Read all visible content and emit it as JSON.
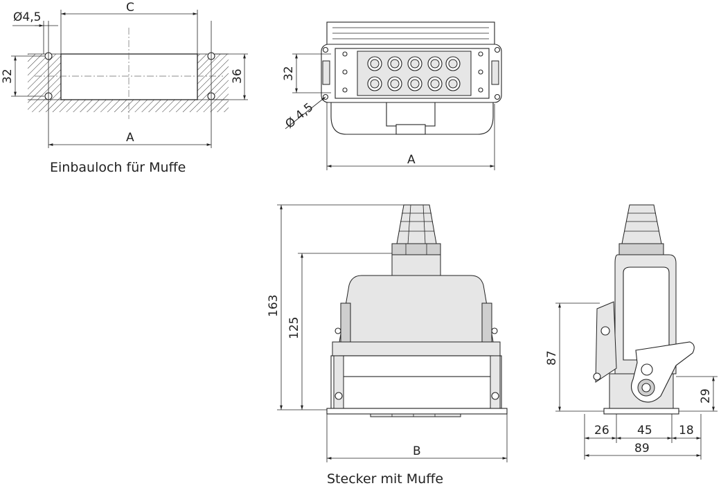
{
  "captions": {
    "mounting_hole": "Einbauloch für Muffe",
    "plug_with_housing": "Stecker mit Muffe"
  },
  "dimensions": {
    "hole_dia_top": "Ø4,5",
    "hole_dia_front": "Ø 4,5",
    "c": "C",
    "a_left": "A",
    "a_front": "A",
    "b": "B",
    "d32_left": "32",
    "d36": "36",
    "d32_front": "32",
    "h163": "163",
    "h125": "125",
    "h87": "87",
    "h29": "29",
    "w26": "26",
    "w45": "45",
    "w18": "18",
    "w89": "89"
  }
}
